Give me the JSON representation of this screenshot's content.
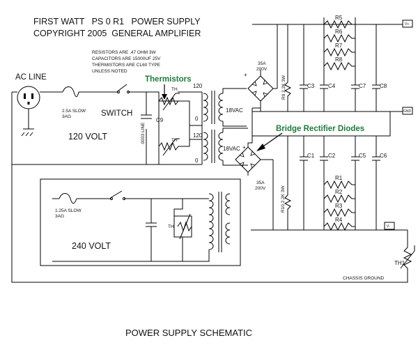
{
  "header": {
    "line1": "FIRST WATT   PS 0 R1   POWER SUPPLY",
    "line2": "COPYRIGHT 2005  GENERAL AMPLIFIER"
  },
  "notes": [
    "RESISTORS ARE .47 OHM 3W",
    "CAPACITORS ARE 15000UF 25V",
    "THERMISTORS ARE CL60 TYPE",
    "UNLESS NOTED"
  ],
  "labels": {
    "ac_line": "AC LINE",
    "fuse_120": [
      "2.5A SLOW",
      "3AG"
    ],
    "switch": "SWITCH",
    "volt_120": "120 VOLT",
    "c9": "C9",
    "c9_value": ".0033 LINE",
    "th": "TH",
    "tap_120": "120",
    "tap_0": "0",
    "vac_18": "18VAC",
    "bridge_rating": [
      "35A",
      "200V"
    ],
    "r9": "R9  2.2K 3W",
    "r10": "R10  2.2K 3W",
    "caps_top": [
      "C3",
      "C4",
      "C7",
      "C8"
    ],
    "caps_bottom": [
      "C1",
      "C2",
      "C5",
      "C6"
    ],
    "res_top": [
      "R5",
      "R6",
      "R7",
      "R8"
    ],
    "res_bottom": [
      "R1",
      "R2",
      "R3",
      "R4"
    ],
    "v_plus": "V+",
    "gnd": "GND",
    "v_minus": "V-",
    "fuse_240": [
      "1.25A SLOW",
      "3AG"
    ],
    "volt_240": "240 VOLT",
    "th1": "TH1",
    "chassis_ground": "CHASSIS GROUND",
    "plus": "+"
  },
  "annotations": {
    "thermistors": "Thermistors",
    "bridge": "Bridge Rectifier Diodes"
  },
  "caption": "POWER SUPPLY SCHEMATIC",
  "colors": {
    "annotation": "#1f7a3a",
    "line": "#000000"
  }
}
